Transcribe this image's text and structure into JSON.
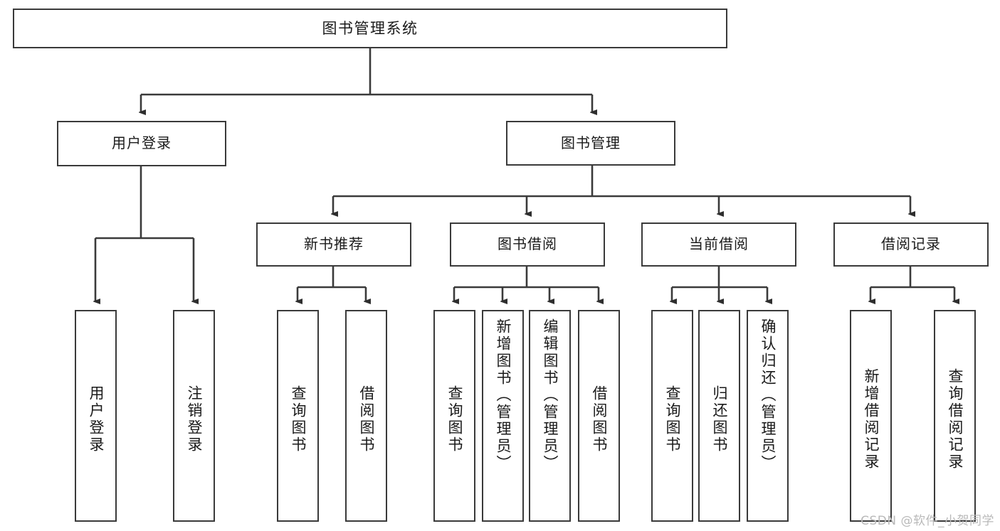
{
  "diagram": {
    "type": "tree",
    "title": "图书管理系统",
    "orientation": "top-down",
    "root": {
      "id": "root",
      "label": "图书管理系统"
    },
    "level2": [
      {
        "id": "user-login",
        "label": "用户登录"
      },
      {
        "id": "book-mgmt",
        "label": "图书管理"
      }
    ],
    "level3": [
      {
        "id": "new-book-rec",
        "label": "新书推荐",
        "parent": "book-mgmt"
      },
      {
        "id": "book-borrow",
        "label": "图书借阅",
        "parent": "book-mgmt"
      },
      {
        "id": "current-borrow",
        "label": "当前借阅",
        "parent": "book-mgmt"
      },
      {
        "id": "borrow-record",
        "label": "借阅记录",
        "parent": "book-mgmt"
      }
    ],
    "leaves": [
      {
        "id": "leaf-user-login",
        "label": "用户登录",
        "parent": "user-login"
      },
      {
        "id": "leaf-user-logout",
        "label": "注销登录",
        "parent": "user-login"
      },
      {
        "id": "leaf-query-book-1",
        "label": "查询图书",
        "parent": "new-book-rec"
      },
      {
        "id": "leaf-borrow-book-1",
        "label": "借阅图书",
        "parent": "new-book-rec"
      },
      {
        "id": "leaf-query-book-2",
        "label": "查询图书",
        "parent": "book-borrow"
      },
      {
        "id": "leaf-add-book",
        "label": "新增图书（管理员）",
        "parent": "book-borrow"
      },
      {
        "id": "leaf-edit-book",
        "label": "编辑图书（管理员）",
        "parent": "book-borrow"
      },
      {
        "id": "leaf-borrow-book-2",
        "label": "借阅图书",
        "parent": "book-borrow"
      },
      {
        "id": "leaf-query-book-3",
        "label": "查询图书",
        "parent": "current-borrow"
      },
      {
        "id": "leaf-return-book",
        "label": "归还图书",
        "parent": "current-borrow"
      },
      {
        "id": "leaf-confirm-return",
        "label": "确认归还（管理员）",
        "parent": "current-borrow"
      },
      {
        "id": "leaf-add-record",
        "label": "新增借阅记录",
        "parent": "borrow-record"
      },
      {
        "id": "leaf-query-record",
        "label": "查询借阅记录",
        "parent": "borrow-record"
      }
    ],
    "colors": {
      "stroke": "#3a3a3a",
      "fill": "#ffffff",
      "text": "#1a1a1a",
      "watermark": "#b9b9b9"
    }
  },
  "watermark": {
    "text": "CSDN @软件_小贺同学"
  }
}
